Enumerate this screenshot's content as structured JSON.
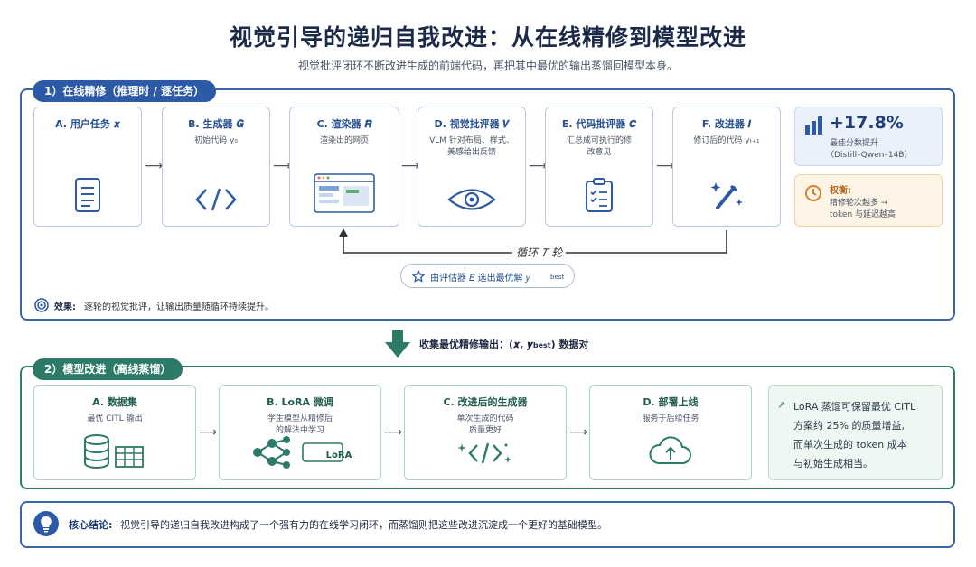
{
  "title": "视觉引导的递归自我改进：从在线精修到模型改进",
  "subtitle": "视觉批评闭环不断改进生成的前端代码，再把其中最优的输出蒸馏回模型本身。",
  "section1": {
    "label": "1）在线精修（推理时 / 逐任务）",
    "cards": [
      {
        "title": "A. 用户任务 𝒙",
        "sub": ""
      },
      {
        "title": "B. 生成器 𝑮",
        "sub": "初始代码 y₀"
      },
      {
        "title": "C. 渲染器 𝑹",
        "sub": "渲染出的网页"
      },
      {
        "title": "D. 视觉批评器 𝑽",
        "sub": "VLM 针对布局、样式、美感给出反馈"
      },
      {
        "title": "E. 代码批评器 𝑪",
        "sub": "汇总成可执行的修改意见"
      },
      {
        "title": "F. 改进器 𝑰",
        "sub": "修订后的代码 yₜ₊₁"
      }
    ],
    "metric_value": "+17.8%",
    "metric_label": "最佳分数提升",
    "metric_model": "（Distill–Qwen–14B）",
    "tradeoff_title": "权衡:",
    "tradeoff_line1": "精修轮次越多 →",
    "tradeoff_line2": "token 与延迟越高",
    "loop_label": "循环 𝑇 轮",
    "best_label": "由评估器 𝐸 选出最优解 𝑦",
    "best_sub": "best",
    "effect_title": "效果:",
    "effect_text": "逐轮的视觉批评，让输出质量随循环持续提升。"
  },
  "middle": {
    "label": "收集最优精修输出：(𝒙, 𝒚",
    "sub": "best",
    "tail": ") 数据对"
  },
  "section2": {
    "label": "2）模型改进（离线蒸馏）",
    "cards": [
      {
        "title": "A. 数据集",
        "sub": "最优 CITL 输出"
      },
      {
        "title": "B. LoRA 微调",
        "sub": "学生模型从精修后的解法中学习"
      },
      {
        "title": "C. 改进后的生成器",
        "sub": "单次生成的代码质量更好"
      },
      {
        "title": "D. 部署上线",
        "sub": "服务于后续任务"
      }
    ],
    "lora_badge": "LoRA",
    "note_lines": [
      "LoRA 蒸馏可保留最优 CITL",
      "方案约 25% 的质量增益,",
      "而单次生成的 token 成本",
      "与初始生成相当。"
    ]
  },
  "conclusion": {
    "title": "核心结论:",
    "text": "视觉引导的递归自我改进构成了一个强有力的在线学习闭环，而蒸馏则把这些改进沉淀成一个更好的基础模型。"
  },
  "colors": {
    "blue": "#2d5aa6",
    "green": "#2c7a67",
    "orange": "#d9822b"
  }
}
